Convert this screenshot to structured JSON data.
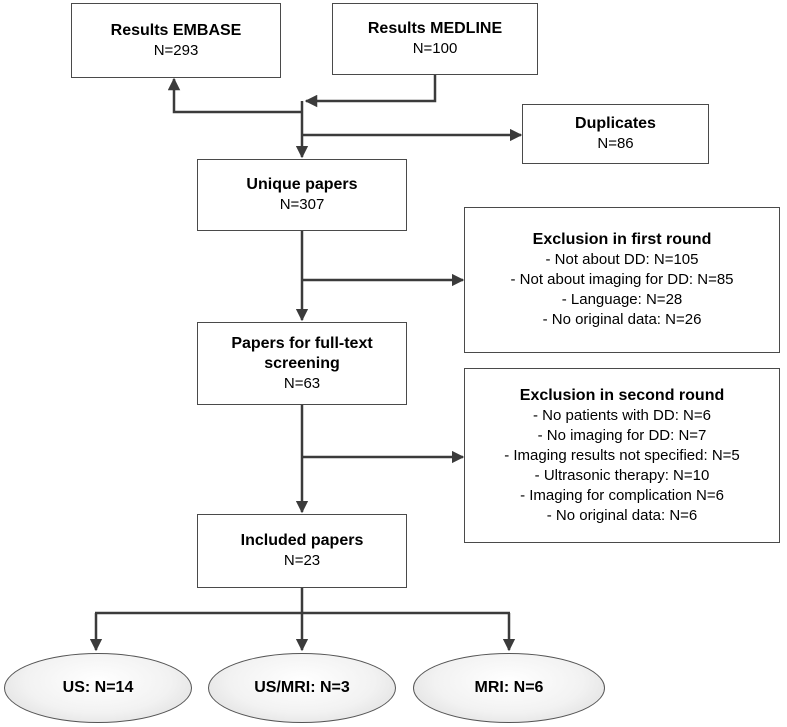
{
  "boxes": {
    "embase": {
      "title": "Results EMBASE",
      "n": "N=293"
    },
    "medline": {
      "title": "Results MEDLINE",
      "n": "N=100"
    },
    "duplicates": {
      "title": "Duplicates",
      "n": "N=86"
    },
    "unique": {
      "title": "Unique papers",
      "n": "N=307"
    },
    "exclusion_first": {
      "title": "Exclusion in first round",
      "items": [
        "- Not about DD: N=105",
        "- Not about imaging for DD: N=85",
        "- Language: N=28",
        "- No original data: N=26"
      ]
    },
    "fulltext": {
      "title_line1": "Papers for full-text",
      "title_line2": "screening",
      "n": "N=63"
    },
    "exclusion_second": {
      "title": "Exclusion in second round",
      "items": [
        "- No patients with DD: N=6",
        "- No imaging for DD: N=7",
        "- Imaging results not specified: N=5",
        "- Ultrasonic therapy: N=10",
        "- Imaging for complication N=6",
        "- No original data: N=6"
      ]
    },
    "included": {
      "title": "Included papers",
      "n": "N=23"
    }
  },
  "outcomes": [
    {
      "label": "US: N=14"
    },
    {
      "label": "US/MRI: N=3"
    },
    {
      "label": "MRI: N=6"
    }
  ],
  "colors": {
    "line": "#3b3b3b",
    "border": "#4a4a4a"
  }
}
